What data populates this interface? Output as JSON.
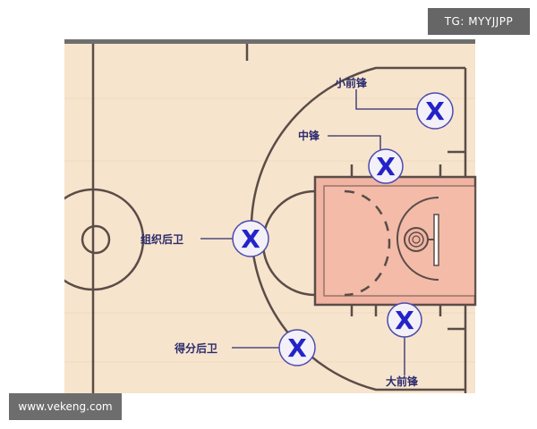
{
  "watermarks": {
    "top_right": "TG: MYYJJPP",
    "bottom_left": "www.vekeng.com"
  },
  "positions": {
    "small_forward": "小前锋",
    "center": "中锋",
    "point_guard": "组织后卫",
    "shooting_guard": "得分后卫",
    "power_forward": "大前锋"
  },
  "player_mark": "X",
  "colors": {
    "floor": "#f7e4cc",
    "court_lines": "#5a4c48",
    "paint": "#f2b4a2",
    "player": "#2323c8",
    "label": "#2b2b6e",
    "leader": "#2c2c70"
  }
}
